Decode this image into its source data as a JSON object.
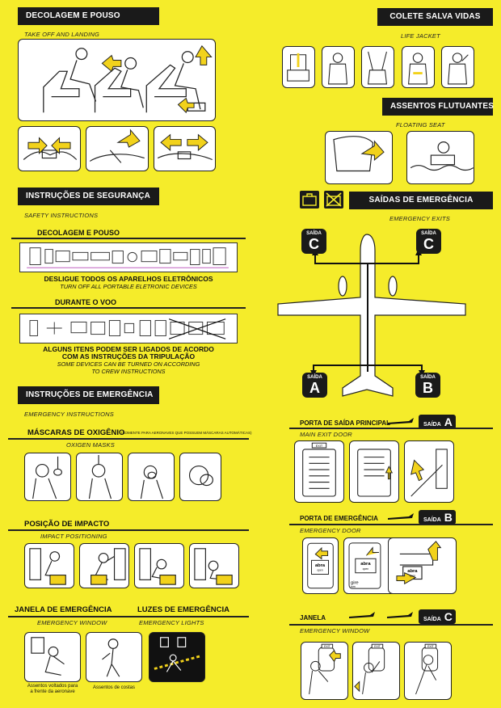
{
  "left": {
    "takeoff": {
      "title": "DECOLAGEM E POUSO",
      "subtitle": "TAKE OFF AND LANDING"
    },
    "safety": {
      "title": "INSTRUÇÕES DE SEGURANÇA",
      "subtitle": "SAFETY INSTRUCTIONS",
      "takeoff_label": "DECOLAGEM E POUSO",
      "takeoff_pt": "DESLIGUE TODOS OS APARELHOS ELETRÔNICOS",
      "takeoff_en": "TURN OFF ALL PORTABLE ELETRONIC DEVICES",
      "flight_label": "DURANTE O VOO",
      "flight_pt_1": "ALGUNS ITENS PODEM SER LIGADOS DE ACORDO",
      "flight_pt_2": "COM AS INSTRUÇÕES DA TRIPULAÇÃO",
      "flight_en_1": "SOME DEVICES CAN BE TURNED ON ACCORDING",
      "flight_en_2": "TO CREW INSTRUCTIONS"
    },
    "emergency": {
      "title": "INSTRUÇÕES DE EMERGÊNCIA",
      "subtitle": "EMERGENCY INSTRUCTIONS",
      "oxygen_title": "MÁSCARAS DE OXIGÊNIO",
      "oxygen_note": "(SOMENTE PARA AERONAVES QUE POSSUEM MÁSCARAS AUTOMÁTICAS)",
      "oxygen_sub": "OXIGEN MASKS",
      "impact_title": "POSIÇÃO DE IMPACTO",
      "impact_sub": "IMPACT POSITIONING",
      "window_title": "JANELA DE EMERGÊNCIA",
      "window_sub": "EMERGENCY WINDOW",
      "lights_title": "LUZES DE EMERGÊNCIA",
      "lights_sub": "EMERGENCY LIGHTS",
      "window_cap1_1": "Assentos voltados para",
      "window_cap1_2": "a frente da aeronave",
      "window_cap2": "Assentos de costas"
    }
  },
  "right": {
    "lifejacket": {
      "title": "COLETE SALVA VIDAS",
      "subtitle": "LIFE JACKET"
    },
    "floating": {
      "title": "ASSENTOS FLUTUANTES",
      "subtitle": "FLOATING SEAT"
    },
    "exits": {
      "title": "SAÍDAS DE EMERGÊNCIA",
      "subtitle": "EMERGENCY EXITS",
      "word": "SAÍDA",
      "A": "A",
      "B": "B",
      "C": "C"
    },
    "main_door": {
      "title": "PORTA DE SAÍDA PRINCIPAL",
      "subtitle": "MAIN EXIT DOOR",
      "badge": "SAÍDA",
      "letter": "A",
      "exit_sign": "EXIT"
    },
    "em_door": {
      "title": "PORTA DE EMERGÊNCIA",
      "subtitle": "EMERGENCY DOOR",
      "badge": "SAÍDA",
      "letter": "B",
      "open1": "abra",
      "open1b": "open",
      "open2": "abra",
      "open2b": "open",
      "turn": "gire",
      "turnb": "turn",
      "open3": "abra",
      "open3b": "open"
    },
    "window": {
      "title": "JANELA",
      "subtitle": "EMERGENCY WINDOW",
      "badge": "SAÍDA",
      "letter": "C",
      "exit_sign": "EXIT"
    }
  },
  "colors": {
    "background": "#f5ec2a",
    "header": "#1a1a1a",
    "arrow": "#f2d21b"
  }
}
